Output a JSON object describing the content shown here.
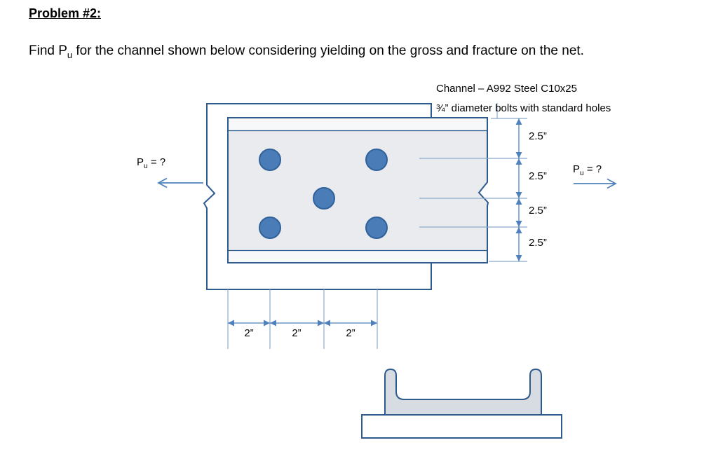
{
  "document": {
    "title": "Problem #2:",
    "prompt": {
      "pre": "Find P",
      "sub": "u",
      "post": " for the channel shown below considering yielding on the gross and fracture on the net."
    }
  },
  "diagram": {
    "spec_line1": "Channel – A992 Steel C10x25",
    "spec_line2": "¾” diameter bolts with standard holes",
    "load_left": {
      "pre": "P",
      "sub": "u",
      "post": " = ?"
    },
    "load_right": {
      "pre": "P",
      "sub": "u",
      "post": " = ?"
    },
    "vertical_dims": [
      "2.5”",
      "2.5”",
      "2.5”",
      "2.5”"
    ],
    "horizontal_dims": [
      "2”",
      "2”",
      "2”"
    ],
    "bolt_count": 5
  },
  "colors": {
    "outline": "#2e5b8e",
    "bolt_fill": "#4a7db8",
    "bolt_stroke": "#30619b",
    "dim_line": "#4f81bd",
    "extension_line": "#8aa9cc",
    "channel_fill": "#e9ebee",
    "flange_fill": "#f7f8fa",
    "section_fill": "#d7dce3"
  }
}
